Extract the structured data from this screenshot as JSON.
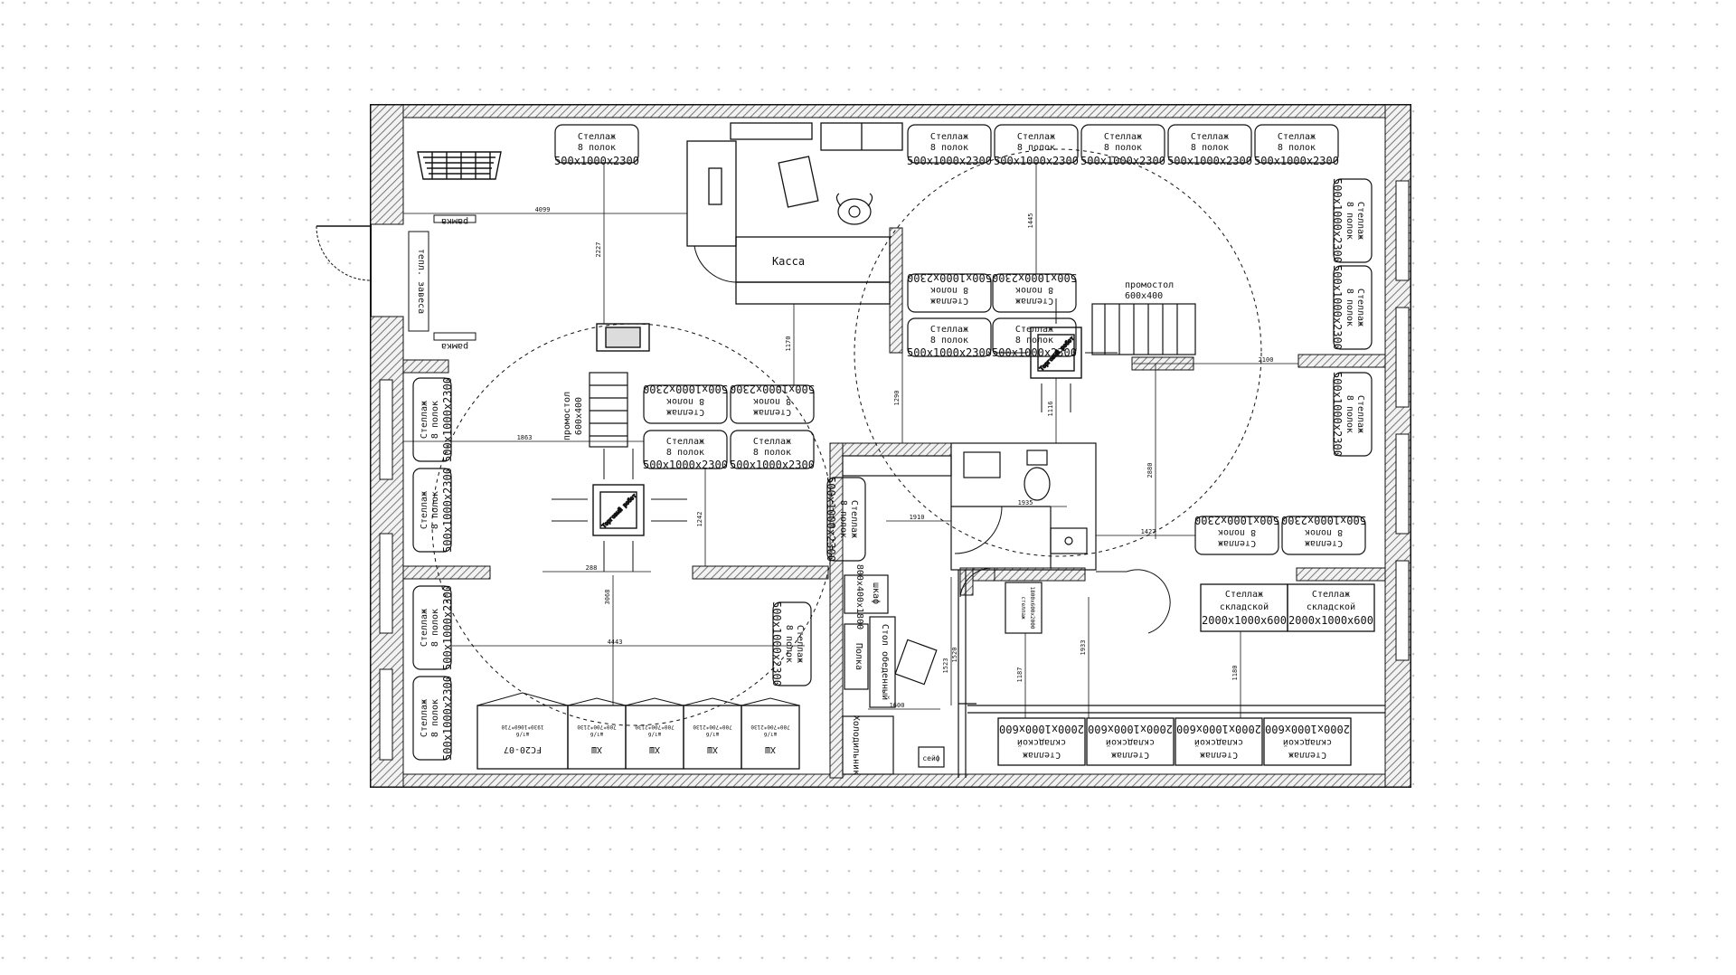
{
  "colors": {
    "background": "#ffffff",
    "grid_dot": "#c8c8c8",
    "line": "#111111",
    "wall_hatch": "#7a7a7a"
  },
  "labels": {
    "rack_name": "Стеллаж",
    "rack_shelves": "8 полок",
    "rack_size": "500x1000x2300",
    "wh_rack_name": "Стеллаж",
    "wh_rack_type": "складской",
    "wh_rack_size": "2000x1000x600",
    "cashier": "Касса",
    "platform_name": "промостол",
    "platform_size": "600x400",
    "frame": "рамка",
    "thermal_curtain": "тепл. завеса",
    "shelf": "Полка",
    "dining_table": "Стол обеденный",
    "fridge": "Холодильник",
    "safe": "сейф",
    "fridge_unit": "ХШ",
    "fridge_unit_spec": "700*700*2130",
    "fridge_unit_unit": "шт/б",
    "fc_label": "FC20-07",
    "fc_spec": "1930*1060*710",
    "fc_unit": "шт/б",
    "locker": "шкаф",
    "locker_size": "800x400x1800",
    "wh_shelf": "стеллаж",
    "wh_shelf_size": "1800x600x2000",
    "robot": "Торговый робот"
  },
  "dimensions": {
    "d4099": "4099",
    "d2227": "2227",
    "d1170": "1170",
    "d1445": "1445",
    "d1863": "1863",
    "d1242": "1242",
    "d1290": "1290",
    "d1116": "1116",
    "d2100": "2100",
    "d2880": "2880",
    "d1935": "1935",
    "d1910": "1910",
    "d1427": "1427",
    "d1523": "1523",
    "d4443": "4443",
    "d3068": "3068",
    "d288": "288",
    "d1933": "1933",
    "d1187": "1187",
    "d1180": "1180",
    "d1520": "1520",
    "d1600": "1600"
  }
}
